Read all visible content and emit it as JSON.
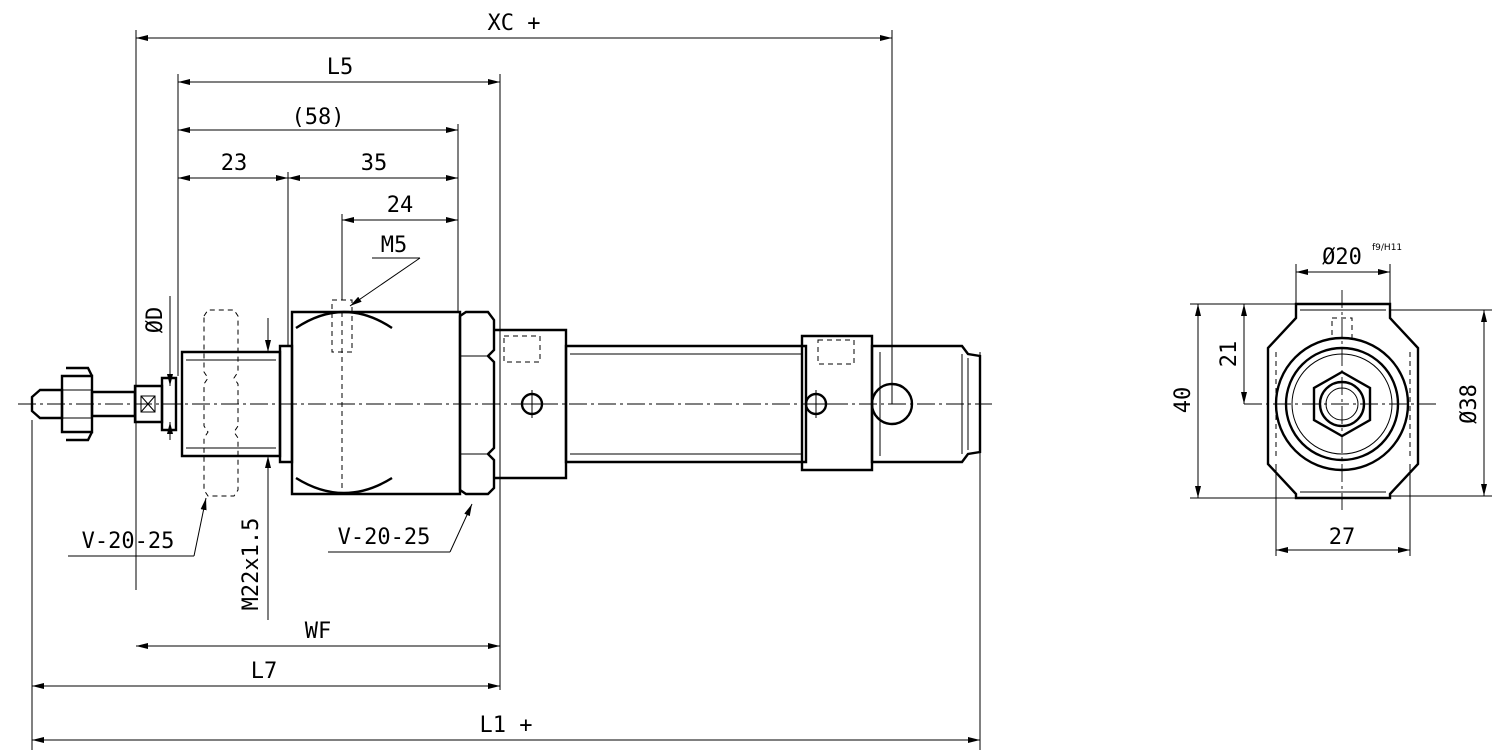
{
  "labels": {
    "xc": "XC +",
    "l5": "L5",
    "l58": "(58)",
    "d23": "23",
    "d35": "35",
    "d24": "24",
    "m5": "M5",
    "phiD": "ØD",
    "v2025_left": "V-20-25",
    "v2025_right": "V-20-25",
    "m22": "M22x1.5",
    "wf": "WF",
    "l7": "L7",
    "l1": "L1 +",
    "phi20": "Ø20",
    "phi20_tol": "f9/H11",
    "d21": "21",
    "d40": "40",
    "phi38": "Ø38",
    "d27": "27"
  }
}
